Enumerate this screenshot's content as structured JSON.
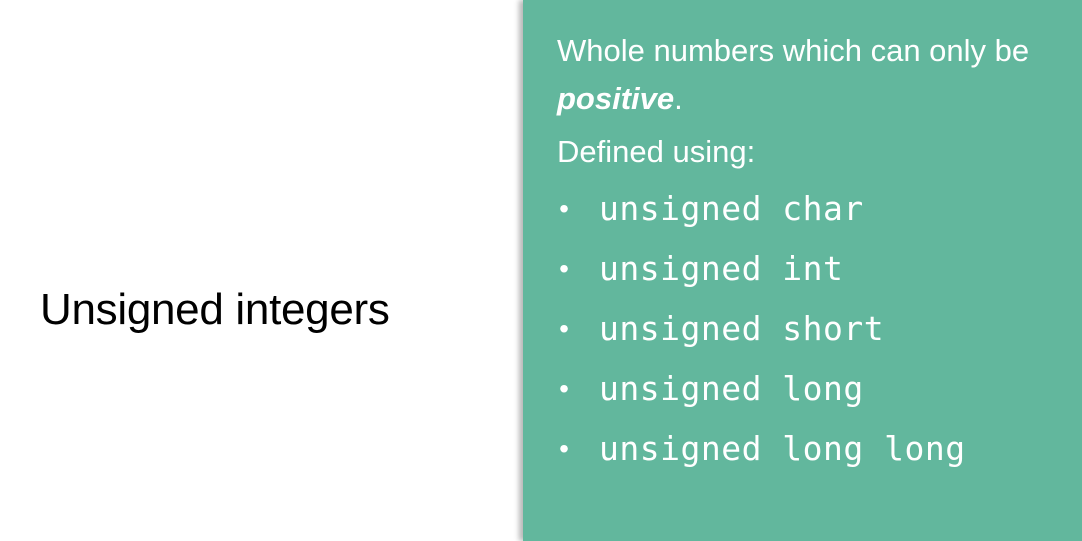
{
  "slide": {
    "title": "Unsigned integers",
    "panel_color": "#62b79d",
    "description_line1": "Whole numbers which can only be",
    "description_emphasis": "positive",
    "description_end": ".",
    "defined_label": "Defined using:",
    "bullet_symbol": "•",
    "types": [
      "unsigned char",
      "unsigned int",
      "unsigned short",
      "unsigned long",
      "unsigned long long"
    ]
  }
}
